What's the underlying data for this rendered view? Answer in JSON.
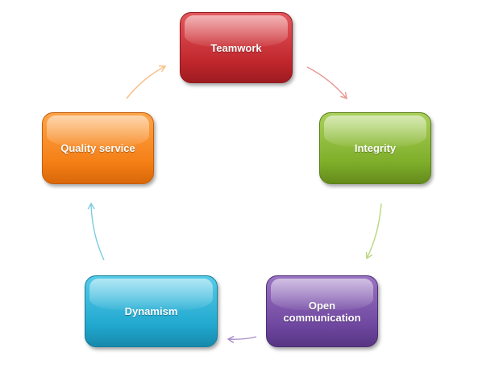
{
  "diagram": {
    "nodes": [
      {
        "id": "teamwork",
        "label": "Teamwork",
        "color": "#c0272d"
      },
      {
        "id": "integrity",
        "label": "Integrity",
        "color": "#7fae2a"
      },
      {
        "id": "open",
        "label": "Open communication",
        "color": "#6f47a0"
      },
      {
        "id": "dynamism",
        "label": "Dynamism",
        "color": "#21a8cf"
      },
      {
        "id": "quality",
        "label": "Quality service",
        "color": "#f57f16"
      }
    ],
    "edges": [
      {
        "from": "teamwork",
        "to": "integrity",
        "color": "#e8948f"
      },
      {
        "from": "integrity",
        "to": "open",
        "color": "#b7d77d"
      },
      {
        "from": "open",
        "to": "dynamism",
        "color": "#a88cc8"
      },
      {
        "from": "dynamism",
        "to": "quality",
        "color": "#7ccbe2"
      },
      {
        "from": "quality",
        "to": "teamwork",
        "color": "#f8bd82"
      }
    ]
  }
}
